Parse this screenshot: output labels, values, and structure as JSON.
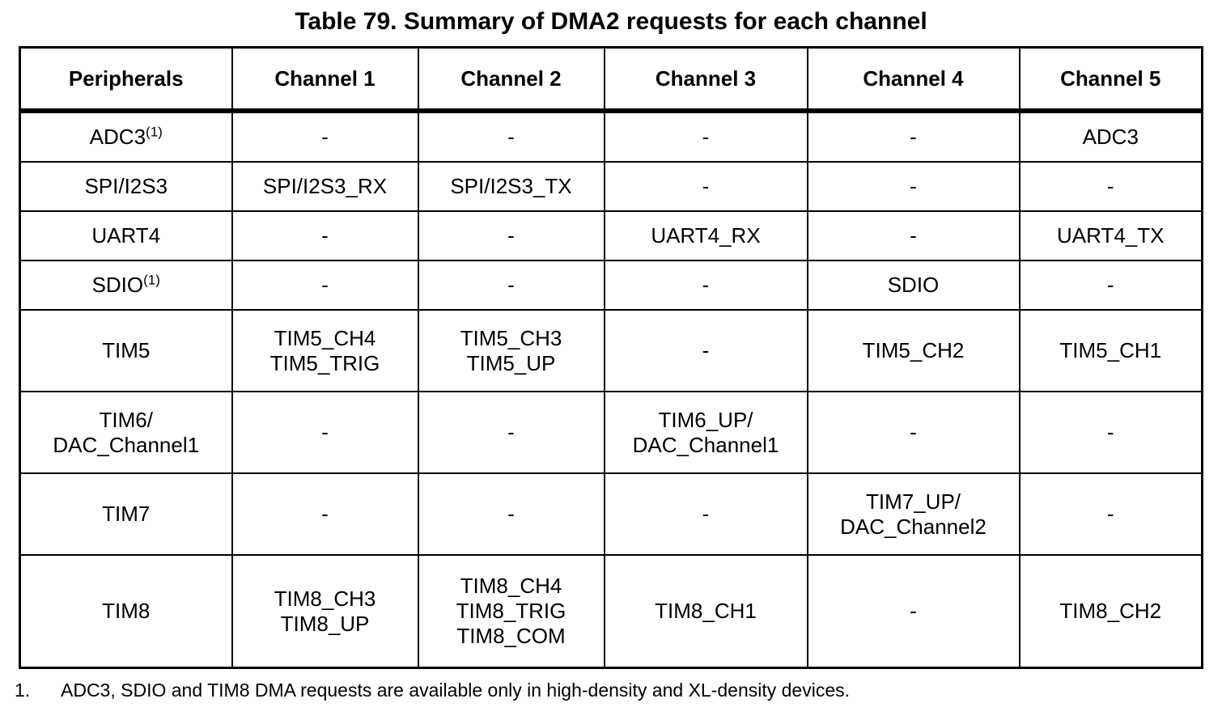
{
  "title": "Table 79. Summary of DMA2 requests for each channel",
  "table": {
    "headers": [
      "Peripherals",
      "Channel 1",
      "Channel 2",
      "Channel 3",
      "Channel 4",
      "Channel 5"
    ],
    "rows": [
      {
        "peripheral": "ADC3",
        "footnote_marker": "(1)",
        "size": "short",
        "cells": [
          "-",
          "-",
          "-",
          "-",
          "ADC3"
        ]
      },
      {
        "peripheral": "SPI/I2S3",
        "footnote_marker": "",
        "size": "short",
        "cells": [
          "SPI/I2S3_RX",
          "SPI/I2S3_TX",
          "-",
          "-",
          "-"
        ]
      },
      {
        "peripheral": "UART4",
        "footnote_marker": "",
        "size": "short",
        "cells": [
          "-",
          "-",
          "UART4_RX",
          "-",
          "UART4_TX"
        ]
      },
      {
        "peripheral": "SDIO",
        "footnote_marker": "(1)",
        "size": "short",
        "cells": [
          "-",
          "-",
          "-",
          "SDIO",
          "-"
        ]
      },
      {
        "peripheral": "TIM5",
        "footnote_marker": "",
        "size": "med",
        "cells": [
          "TIM5_CH4\nTIM5_TRIG",
          "TIM5_CH3\nTIM5_UP",
          "-",
          "TIM5_CH2",
          "TIM5_CH1"
        ]
      },
      {
        "peripheral": "TIM6/\nDAC_Channel1",
        "footnote_marker": "",
        "size": "med",
        "cells": [
          "-",
          "-",
          "TIM6_UP/\nDAC_Channel1",
          "-",
          "-"
        ]
      },
      {
        "peripheral": "TIM7",
        "footnote_marker": "",
        "size": "med",
        "cells": [
          "-",
          "-",
          "-",
          "TIM7_UP/\nDAC_Channel2",
          "-"
        ]
      },
      {
        "peripheral": "TIM8",
        "footnote_marker": "",
        "size": "tall",
        "cells": [
          "TIM8_CH3\nTIM8_UP",
          "TIM8_CH4\nTIM8_TRIG\nTIM8_COM",
          "TIM8_CH1",
          "-",
          "TIM8_CH2"
        ]
      }
    ]
  },
  "footnotes": [
    {
      "number": "1.",
      "text": "ADC3, SDIO and TIM8 DMA requests are available only in high-density and XL-density devices."
    }
  ],
  "colors": {
    "text": "#000000",
    "background": "#ffffff",
    "border": "#000000"
  }
}
